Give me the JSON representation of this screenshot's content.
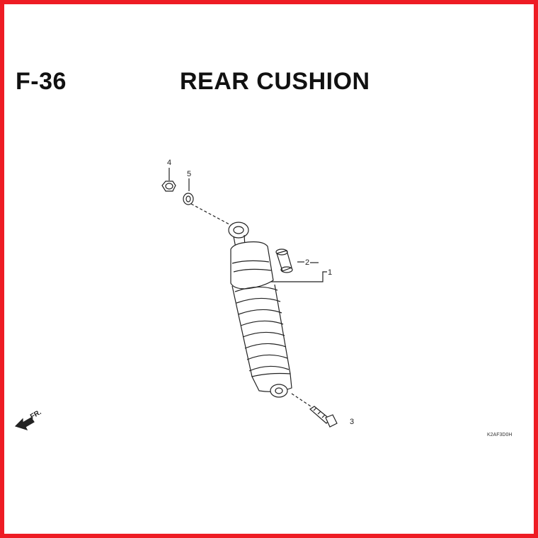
{
  "header": {
    "code": "F-36",
    "title": "REAR CUSHION"
  },
  "callouts": [
    {
      "num": "1",
      "name": "rear-cushion-assembly"
    },
    {
      "num": "2",
      "name": "bushing"
    },
    {
      "num": "3",
      "name": "bolt"
    },
    {
      "num": "4",
      "name": "nut"
    },
    {
      "num": "5",
      "name": "washer"
    }
  ],
  "direction": "FR.",
  "ref_code": "K2AF3D0H",
  "colors": {
    "border": "#ee1c24",
    "ink": "#222222"
  }
}
